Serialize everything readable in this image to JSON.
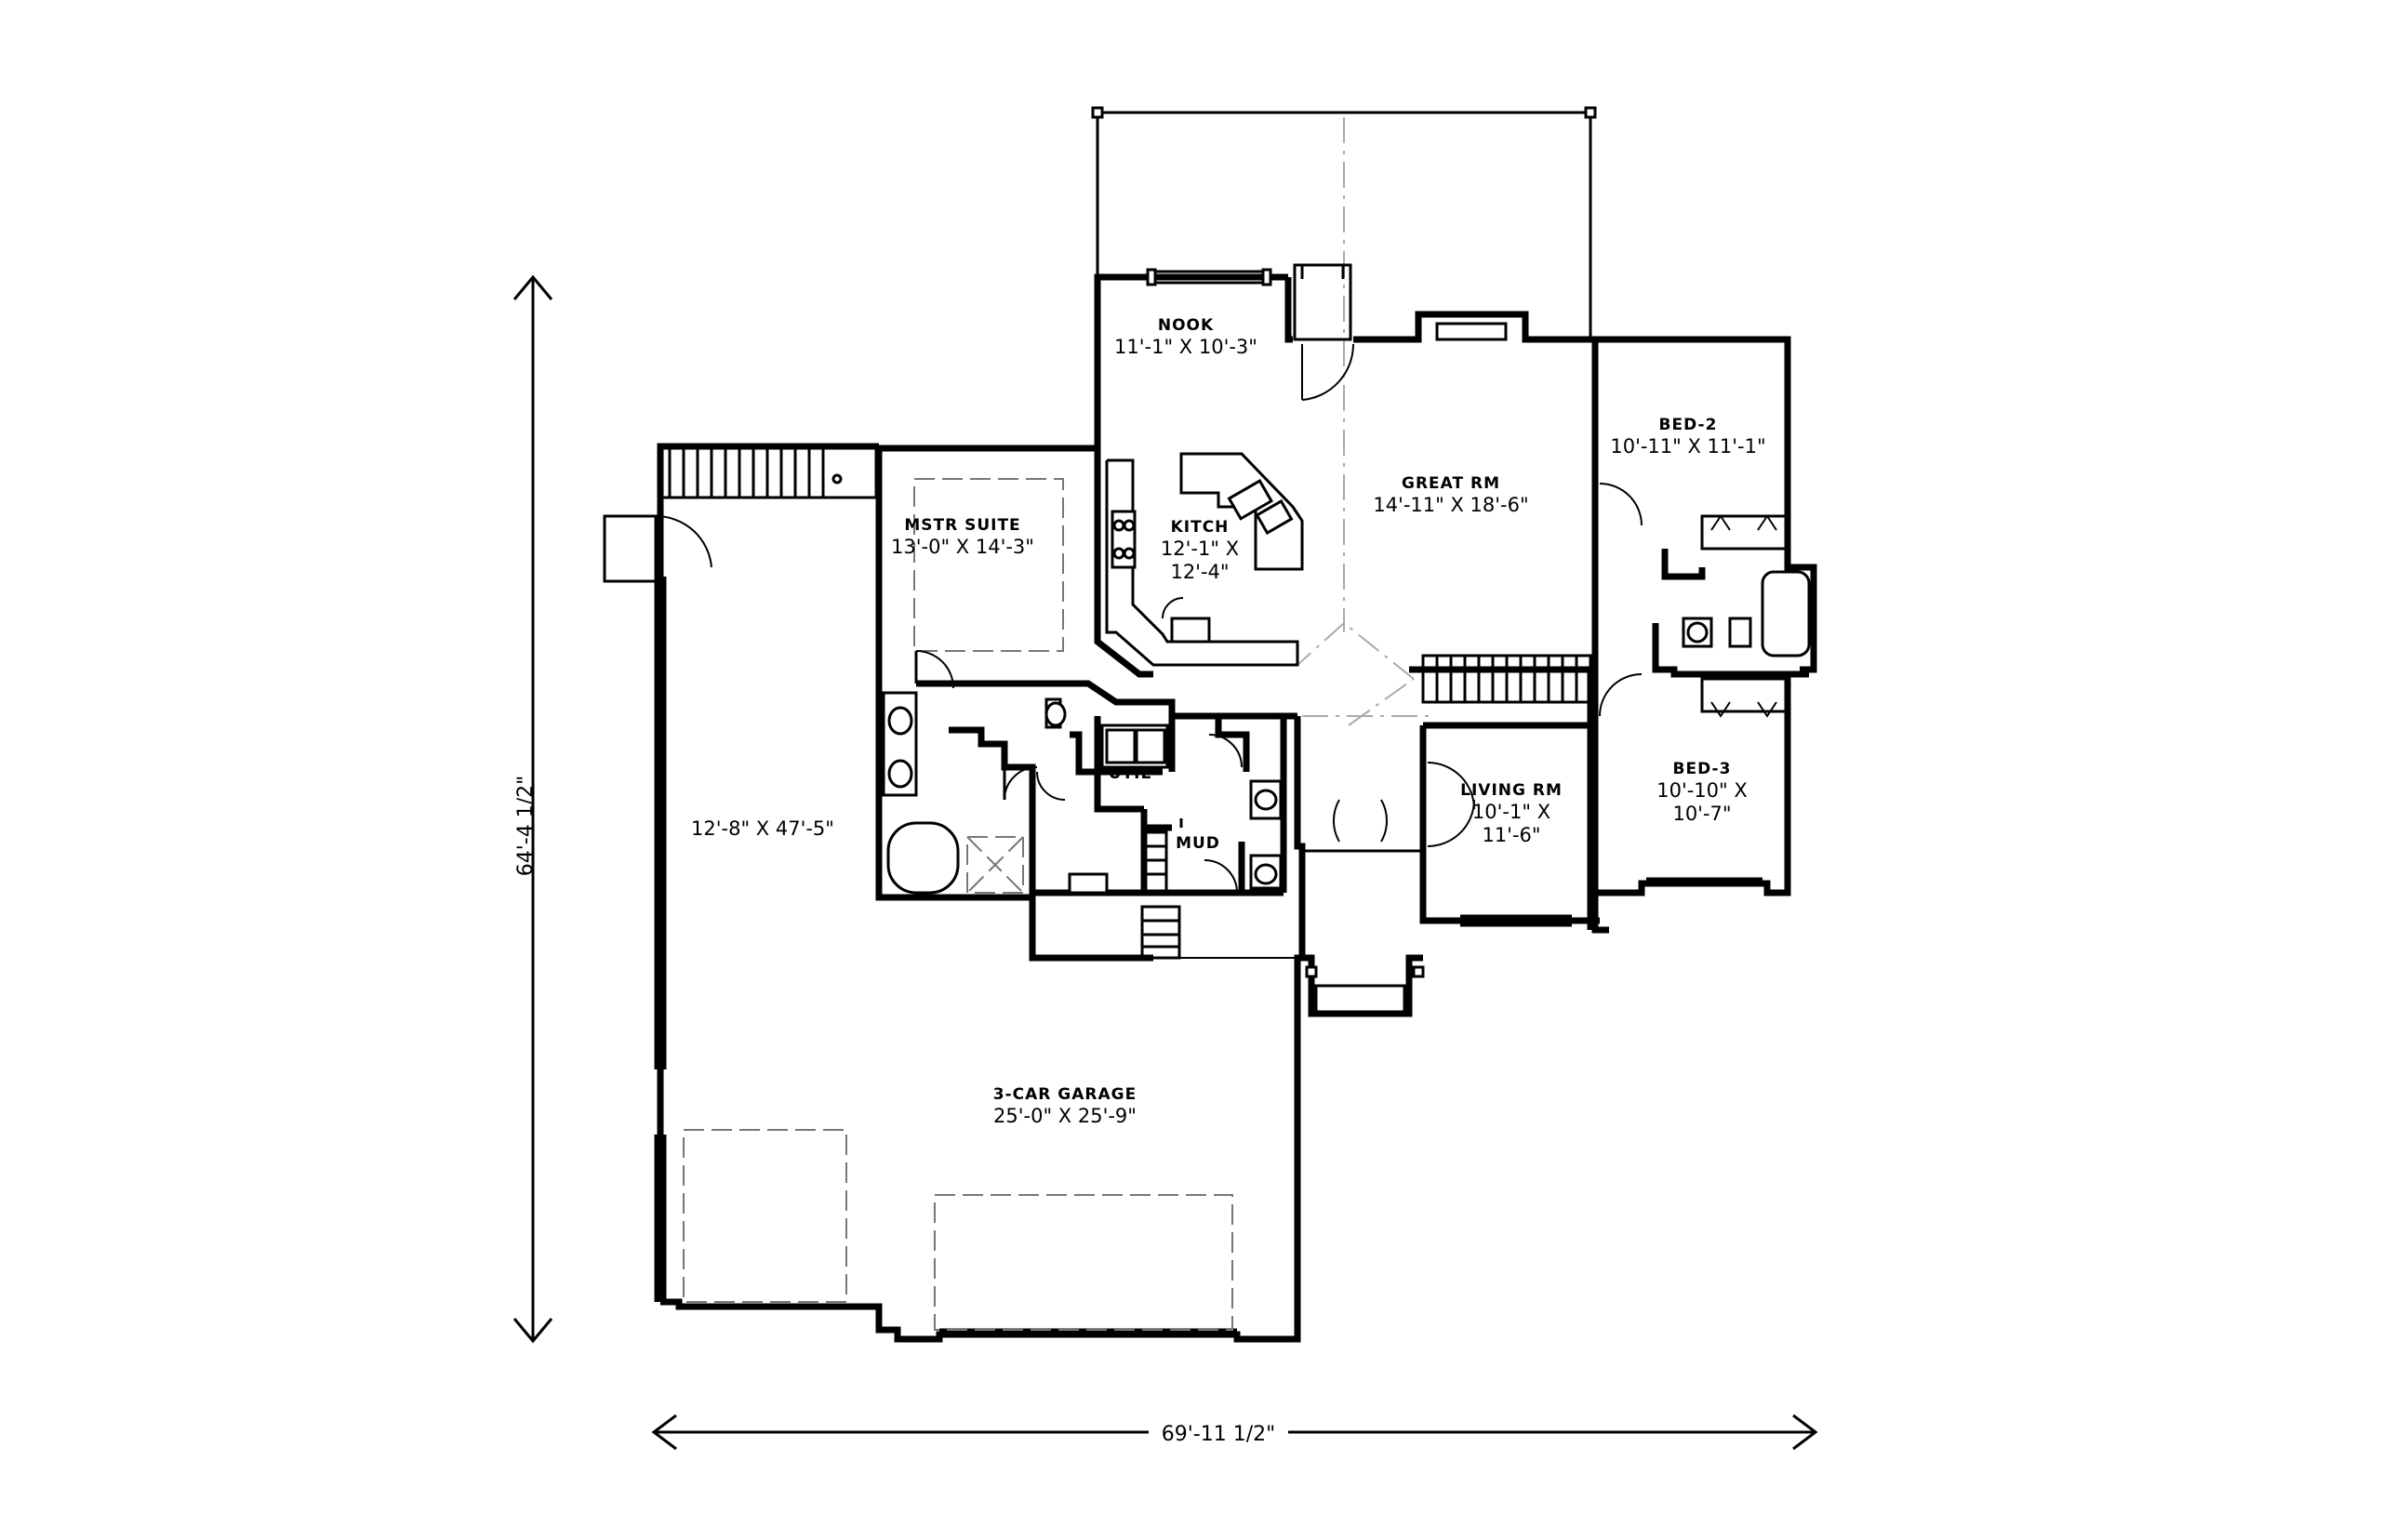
{
  "dimensions": {
    "overall_width": "69'-11 1/2\"",
    "overall_depth": "64'-4 1/2\""
  },
  "rooms": {
    "nook": {
      "name": "NOOK",
      "size": "11'-1\" X 10'-3\""
    },
    "kitchen": {
      "name": "KITCH",
      "size_line1": "12'-1\" X",
      "size_line2": "12'-4\""
    },
    "great_room": {
      "name": "GREAT RM",
      "size": "14'-11\" X 18'-6\""
    },
    "bed2": {
      "name": "BED-2",
      "size": "10'-11\" X 11'-1\""
    },
    "master_suite": {
      "name": "MSTR SUITE",
      "size": "13'-0\" X 14'-3\""
    },
    "living_room": {
      "name": "LIVING RM",
      "size_line1": "10'-1\" X",
      "size_line2": "11'-6\""
    },
    "bed3": {
      "name": "BED-3",
      "size_line1": "10'-10\" X",
      "size_line2": "10'-7\""
    },
    "util": {
      "name": "UTIL"
    },
    "mud": {
      "name": "MUD"
    },
    "garage": {
      "name": "3-CAR GARAGE",
      "size": "25'-0\" X 25'-9\""
    },
    "shop": {
      "size": "12'-8\" X 47'-5\""
    }
  }
}
